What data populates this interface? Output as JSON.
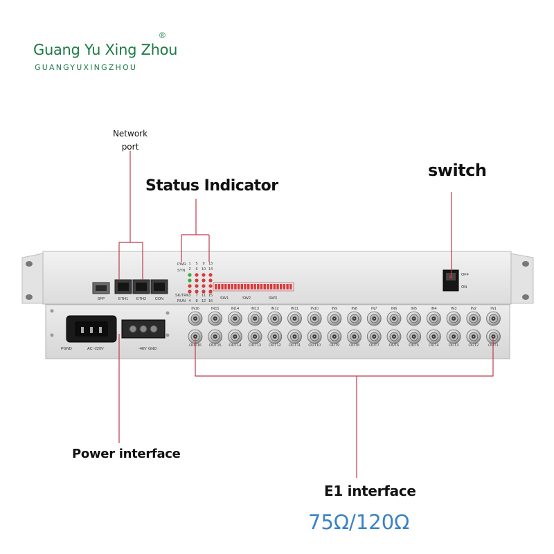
{
  "brand": {
    "name": "Guang Yu Xing Zhou",
    "registered_mark": "®",
    "subname": "GUANGYUXINGZHOU",
    "color": "#1d7a45"
  },
  "callouts": {
    "network_port": "Network port",
    "status_indicator": "Status Indicator",
    "switch": "switch",
    "power_interface": "Power interface",
    "e1_interface": "E1 interface",
    "impedance": "75Ω/120Ω",
    "leader_color": "#c0394b",
    "impedance_color": "#3b82c4"
  },
  "device_labels": {
    "sfp": "SFP",
    "eth1": "ETH1",
    "eth2": "ETH2",
    "con": "CON",
    "led_row_labels": [
      "PWR",
      "SYN",
      "SK/TRK",
      "RUN"
    ],
    "led_col_numbers": [
      [
        "1",
        "5",
        "9",
        "13"
      ],
      [
        "2",
        "6",
        "10",
        "14"
      ],
      [
        "3",
        "7",
        "11",
        "15"
      ],
      [
        "4",
        "8",
        "12",
        "16"
      ]
    ],
    "dip_labels": [
      "SW1",
      "SW2",
      "SW3"
    ],
    "switch_off": "OFF",
    "switch_on": "ON",
    "pgnd": "PGND",
    "ac": "AC~220V",
    "dc": "-48V",
    "gnd": "GND",
    "in_ports": [
      "IN16",
      "IN15",
      "IN14",
      "IN13",
      "IN12",
      "IN11",
      "IN10",
      "IN9",
      "IN8",
      "IN7",
      "IN6",
      "IN5",
      "IN4",
      "IN3",
      "IN2",
      "IN1"
    ],
    "out_ports": [
      "OUT16",
      "OUT15",
      "OUT14",
      "OUT13",
      "OUT12",
      "OUT11",
      "OUT10",
      "OUT9",
      "OUT8",
      "OUT7",
      "OUT6",
      "OUT5",
      "OUT4",
      "OUT3",
      "OUT2",
      "OUT1"
    ]
  }
}
